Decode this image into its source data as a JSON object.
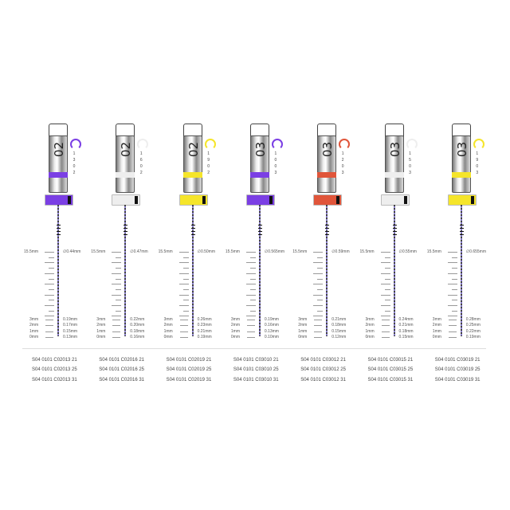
{
  "depth_labels": {
    "top": "15.5mm",
    "d3": "3mm",
    "d2": "2mm",
    "d1": "1mm",
    "d0": "0mm"
  },
  "files": [
    {
      "taper": "02",
      "size_code": [
        "1",
        "3",
        "0",
        "2"
      ],
      "color": "#7b3fe4",
      "diameter": "∅0.44mm",
      "diam": [
        "0.19mm",
        "0.17mm",
        "0.15mm",
        "0.13mm"
      ],
      "codes": [
        "S04 0101 C02013 21",
        "S04 0101 C02013 25",
        "S04 0101 C02013 31"
      ]
    },
    {
      "taper": "02",
      "size_code": [
        "1",
        "6",
        "0",
        "2"
      ],
      "color": "#eeeeee",
      "diameter": "∅0.47mm",
      "diam": [
        "0.22mm",
        "0.20mm",
        "0.18mm",
        "0.16mm"
      ],
      "codes": [
        "S04 0101 C02016 21",
        "S04 0101 C02016 25",
        "S04 0101 C02016 31"
      ]
    },
    {
      "taper": "02",
      "size_code": [
        "1",
        "9",
        "0",
        "2"
      ],
      "color": "#f5e52a",
      "diameter": "∅0.50mm",
      "diam": [
        "0.26mm",
        "0.23mm",
        "0.21mm",
        "0.19mm"
      ],
      "codes": [
        "S04 0101 C02019 21",
        "S04 0101 C02019 25",
        "S04 0101 C02019 31"
      ]
    },
    {
      "taper": "03",
      "size_code": [
        "1",
        "0",
        "0",
        "3"
      ],
      "color": "#7b3fe4",
      "diameter": "∅0.565mm",
      "diam": [
        "0.19mm",
        "0.16mm",
        "0.13mm",
        "0.10mm"
      ],
      "codes": [
        "S04 0101 C03010 21",
        "S04 0101 C03010 25",
        "S04 0101 C03010 31"
      ]
    },
    {
      "taper": "03",
      "size_code": [
        "1",
        "2",
        "0",
        "3"
      ],
      "color": "#e0553a",
      "diameter": "∅0.59mm",
      "diam": [
        "0.21mm",
        "0.18mm",
        "0.15mm",
        "0.12mm"
      ],
      "codes": [
        "S04 0101 C03012 21",
        "S04 0101 C03012 25",
        "S04 0101 C03012 31"
      ]
    },
    {
      "taper": "03",
      "size_code": [
        "1",
        "5",
        "0",
        "3"
      ],
      "color": "#eeeeee",
      "diameter": "∅0.55mm",
      "diam": [
        "0.24mm",
        "0.21mm",
        "0.18mm",
        "0.15mm"
      ],
      "codes": [
        "S04 0101 C03015 21",
        "S04 0101 C03015 25",
        "S04 0101 C03015 31"
      ]
    },
    {
      "taper": "03",
      "size_code": [
        "1",
        "9",
        "0",
        "3"
      ],
      "color": "#f5e52a",
      "diameter": "∅0.655mm",
      "diam": [
        "0.28mm",
        "0.25mm",
        "0.22mm",
        "0.19mm"
      ],
      "codes": [
        "S04 0101 C03019 21",
        "S04 0101 C03019 25",
        "S04 0101 C03019 31"
      ]
    }
  ]
}
